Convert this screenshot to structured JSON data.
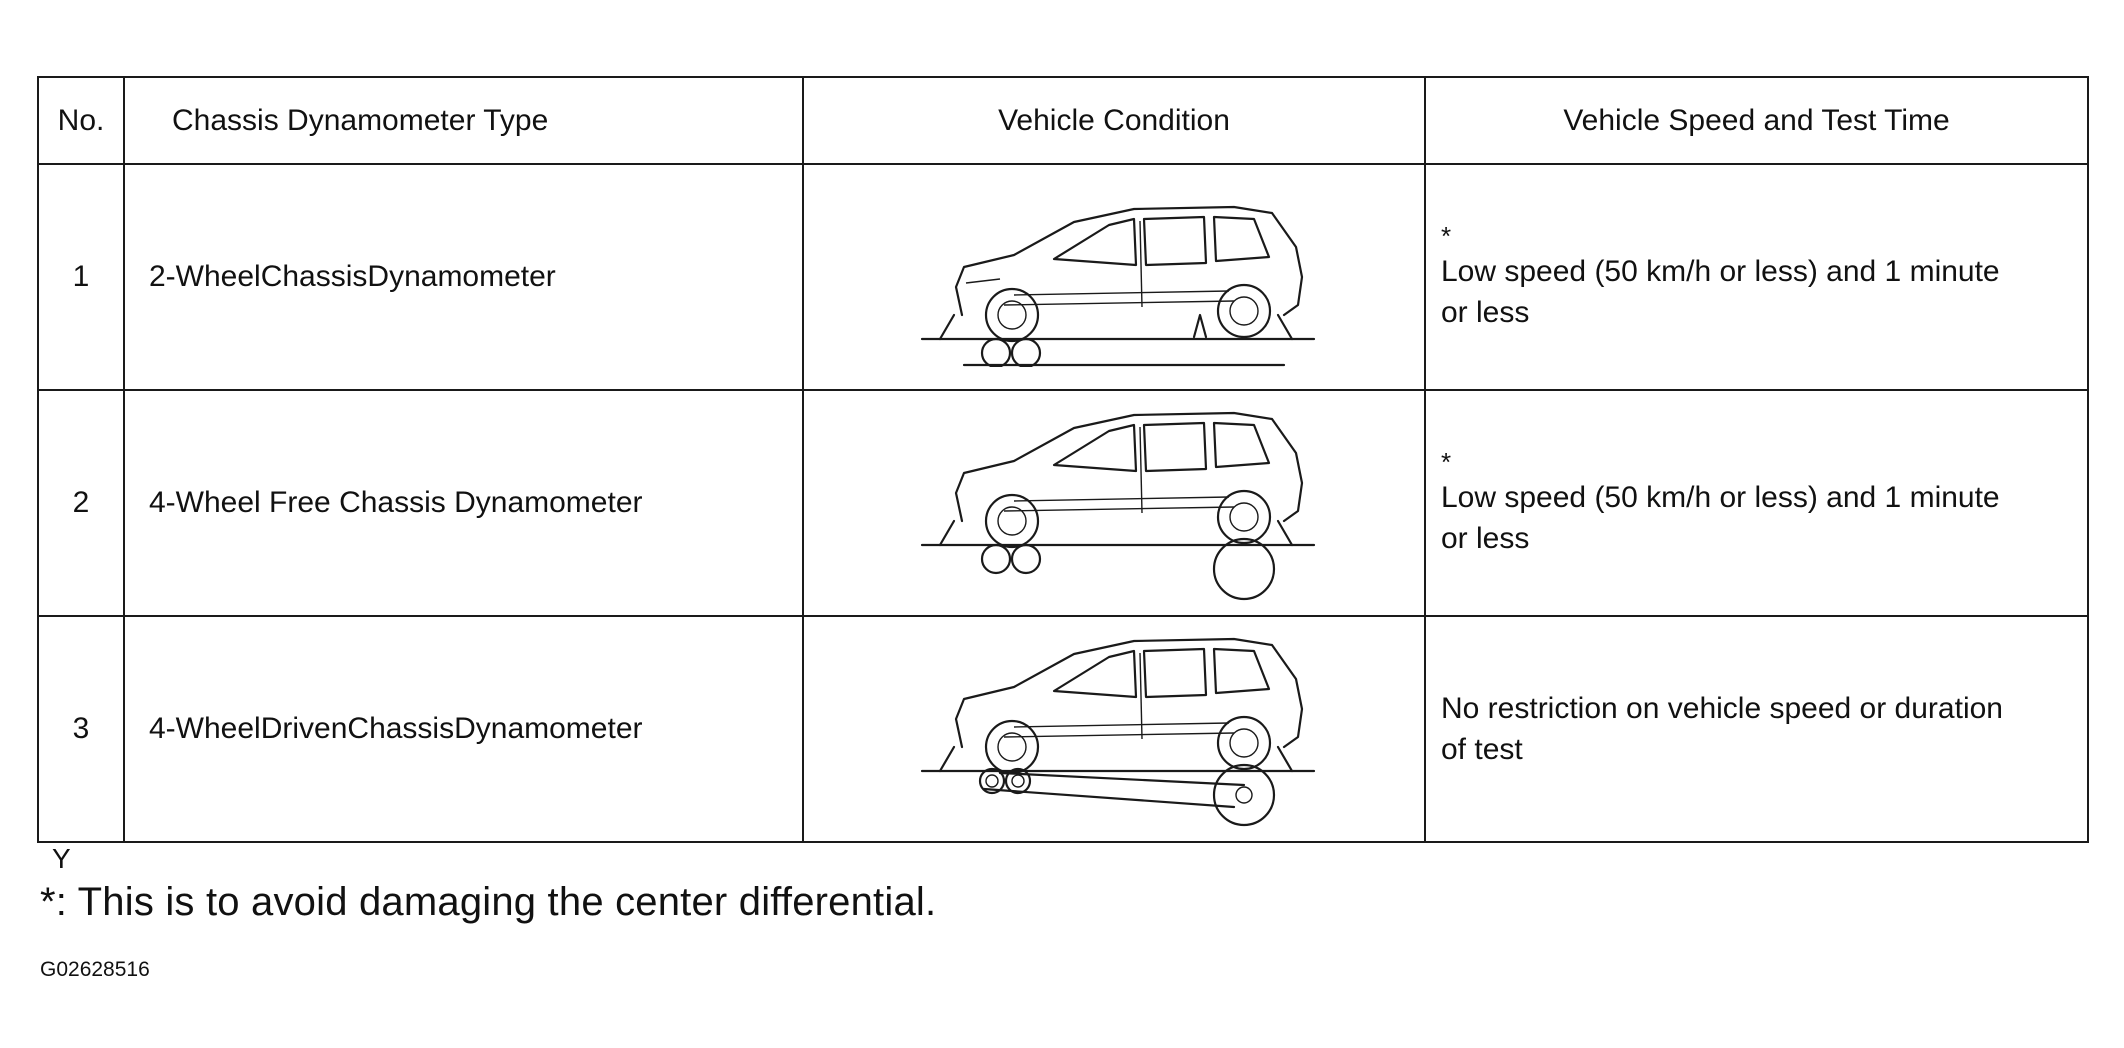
{
  "table": {
    "headers": {
      "no": "No.",
      "type": "Chassis Dynamometer Type",
      "condition": "Vehicle Condition",
      "speed": "Vehicle Speed and Test Time"
    },
    "rows": [
      {
        "no": "1",
        "type": "2-WheelChassisDynamometer",
        "condition_icon": "car-on-2-wheel-dynamometer-illustration",
        "asterisk": "*",
        "speed": "Low speed (50 km/h or less) and 1 minute or less"
      },
      {
        "no": "2",
        "type": "4-Wheel Free Chassis Dynamometer",
        "condition_icon": "car-on-4-wheel-free-dynamometer-illustration",
        "asterisk": "*",
        "speed": "Low speed (50 km/h or less) and 1 minute or less"
      },
      {
        "no": "3",
        "type": "4-WheelDrivenChassisDynamometer",
        "condition_icon": "car-on-4-wheel-driven-dynamometer-illustration",
        "asterisk": "",
        "speed": "No restriction on vehicle speed or duration of test"
      }
    ]
  },
  "y_mark": "Y",
  "footnote": "*: This is to avoid damaging the center differential.",
  "figure_code": "G02628516"
}
